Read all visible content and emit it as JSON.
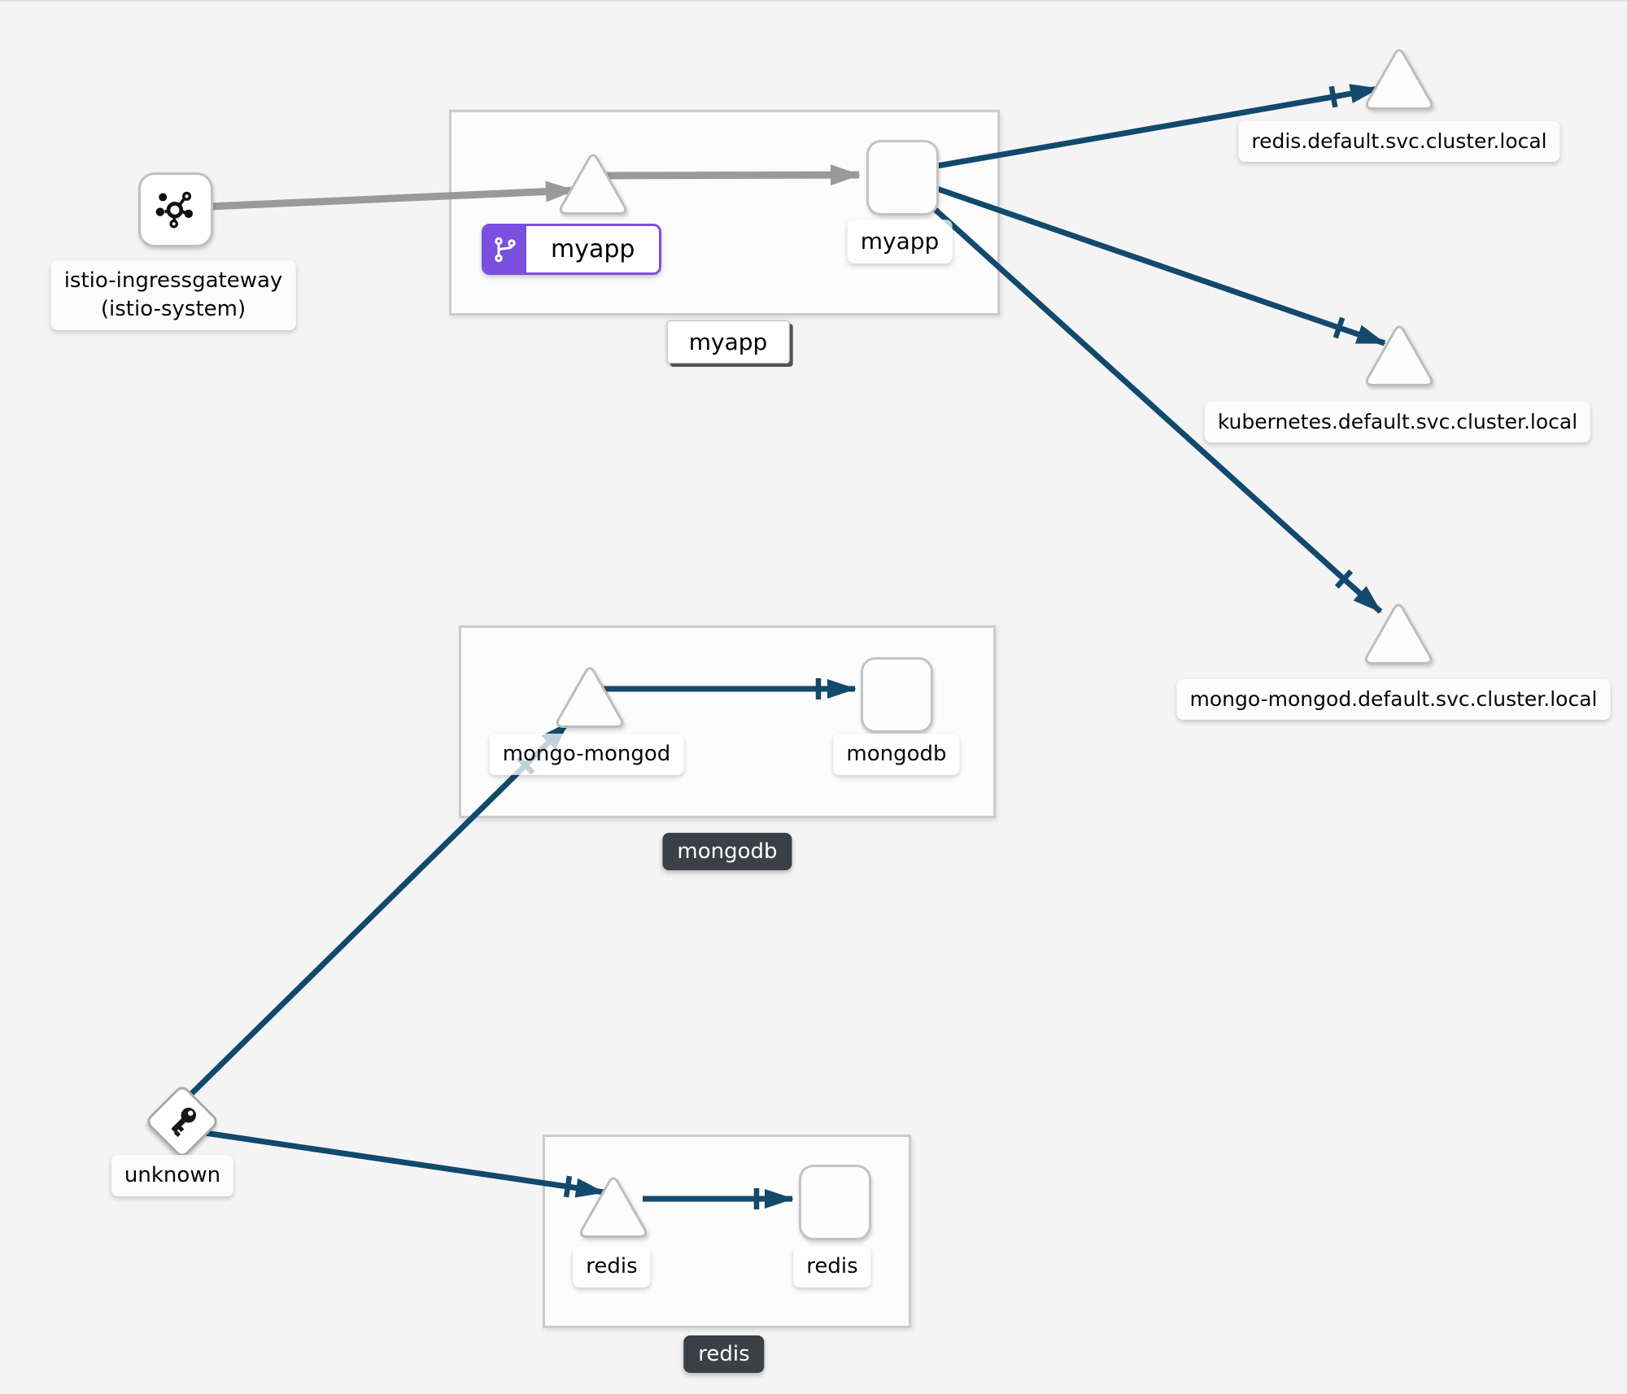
{
  "colors": {
    "edge_traffic": "#12496d",
    "edge_idle": "#9a9a9a",
    "badge_purple": "#7a4fe0",
    "dark_label_bg": "#3b4045",
    "canvas_bg": "#f4f4f5"
  },
  "boxes": {
    "myapp": {
      "label": "myapp"
    },
    "mongodb": {
      "label": "mongodb"
    },
    "redis": {
      "label": "redis"
    }
  },
  "nodes": {
    "ingressgateway": {
      "label_line1": "istio-ingressgateway",
      "label_line2": "(istio-system)",
      "icon": "mesh-icon"
    },
    "myapp_service": {
      "badge_label": "myapp",
      "badge_icon": "git-branch-icon"
    },
    "myapp_app": {
      "label": "myapp"
    },
    "redis_external": {
      "label": "redis.default.svc.cluster.local"
    },
    "kubernetes_external": {
      "label": "kubernetes.default.svc.cluster.local"
    },
    "mongo_external": {
      "label": "mongo-mongod.default.svc.cluster.local"
    },
    "mongo_mongod_service": {
      "label": "mongo-mongod"
    },
    "mongodb_app": {
      "label": "mongodb"
    },
    "unknown": {
      "label": "unknown",
      "icon": "key-icon"
    },
    "redis_service": {
      "label": "redis"
    },
    "redis_app": {
      "label": "redis"
    }
  }
}
